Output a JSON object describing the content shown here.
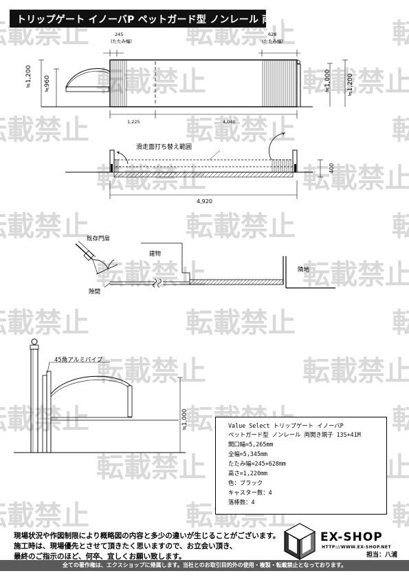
{
  "title": "トリップゲート イノーバP ペットガード型 ノンレール 両開き親子",
  "watermark": "転載禁止",
  "elevation": {
    "fold_left_label": "245",
    "fold_left_sub": "(たたみ幅)",
    "fold_right_label": "628",
    "fold_right_sub": "(たたみ幅)",
    "height_total": "≒1,200",
    "height_mesh": "≒960",
    "height_gate": "≒1,000",
    "width_left": "1,225",
    "width_right": "4,040"
  },
  "plan": {
    "range_label": "滑走面打ち替え範囲",
    "depth": "400",
    "total_width": "4,920"
  },
  "site": {
    "existing_door": "既存門扉",
    "building": "建物",
    "neighbor": "隣地",
    "gap": "隙間"
  },
  "detail": {
    "pipe_label": "45角アルミパイプ",
    "height": "≒1,000"
  },
  "spec": {
    "line1": "Value Select  トリップゲート イノーバP",
    "line2": "ペットガード型 ノンレール 両開き親子 13S+41M",
    "line3": "開口幅=5,265mm",
    "line4": "全幅=5,345mm",
    "line5": "たたみ幅=245+628mm",
    "line6": "高さ=1,220mm",
    "line7": "色：ブラック",
    "line8": "キャスター数：4",
    "line9": "落棒数：4"
  },
  "notes": {
    "line1": "現場状況や作図制限により概略図の内容と多少の違いが生じることがございます。",
    "line2": "施工時は、現場優先とさせて頂きたく思いますので、お立会い頂き、",
    "line3": "最終のご指示のほど、何卒、宜しくお願い致します。"
  },
  "logo": {
    "name": "EX-SHOP",
    "url": "HTTP://WWW.EX-SHOP.NET",
    "staff": "担当：八浦"
  },
  "footer": "全ての著作権は、エクスショップに帰属します。当社とのお取引目的外の使用・複製・転載禁止となっております。"
}
